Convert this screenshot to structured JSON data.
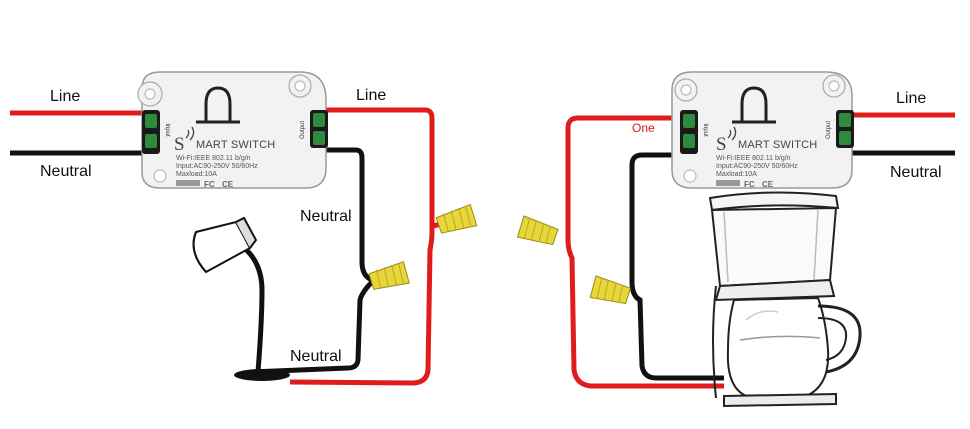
{
  "left_wiring": {
    "line_label": "Line",
    "neutral_label": "Neutral",
    "output_line_label": "Line",
    "lamp_neutral_label": "Neutral",
    "lower_neutral_label": "Neutral"
  },
  "right_wiring": {
    "line_label": "Line",
    "neutral_label": "Neutral",
    "output_line_label": "One"
  },
  "switch": {
    "brand_initial": "S",
    "brand_rest": "MART SWITCH",
    "spec_wifi": "Wi-Fi:IEEE 802.11 b/g/n",
    "spec_input": "Input:AC90-250V 50/60Hz",
    "spec_maxload": "Maxload:10A",
    "cert_fc": "FC",
    "cert_ce": "CE",
    "port_input": "Input",
    "port_output": "Output"
  },
  "colors": {
    "line_wire": "#e01b1b",
    "neutral_wire": "#111111",
    "connector": "#e7d73a",
    "switch_body": "#f2f2f2"
  }
}
